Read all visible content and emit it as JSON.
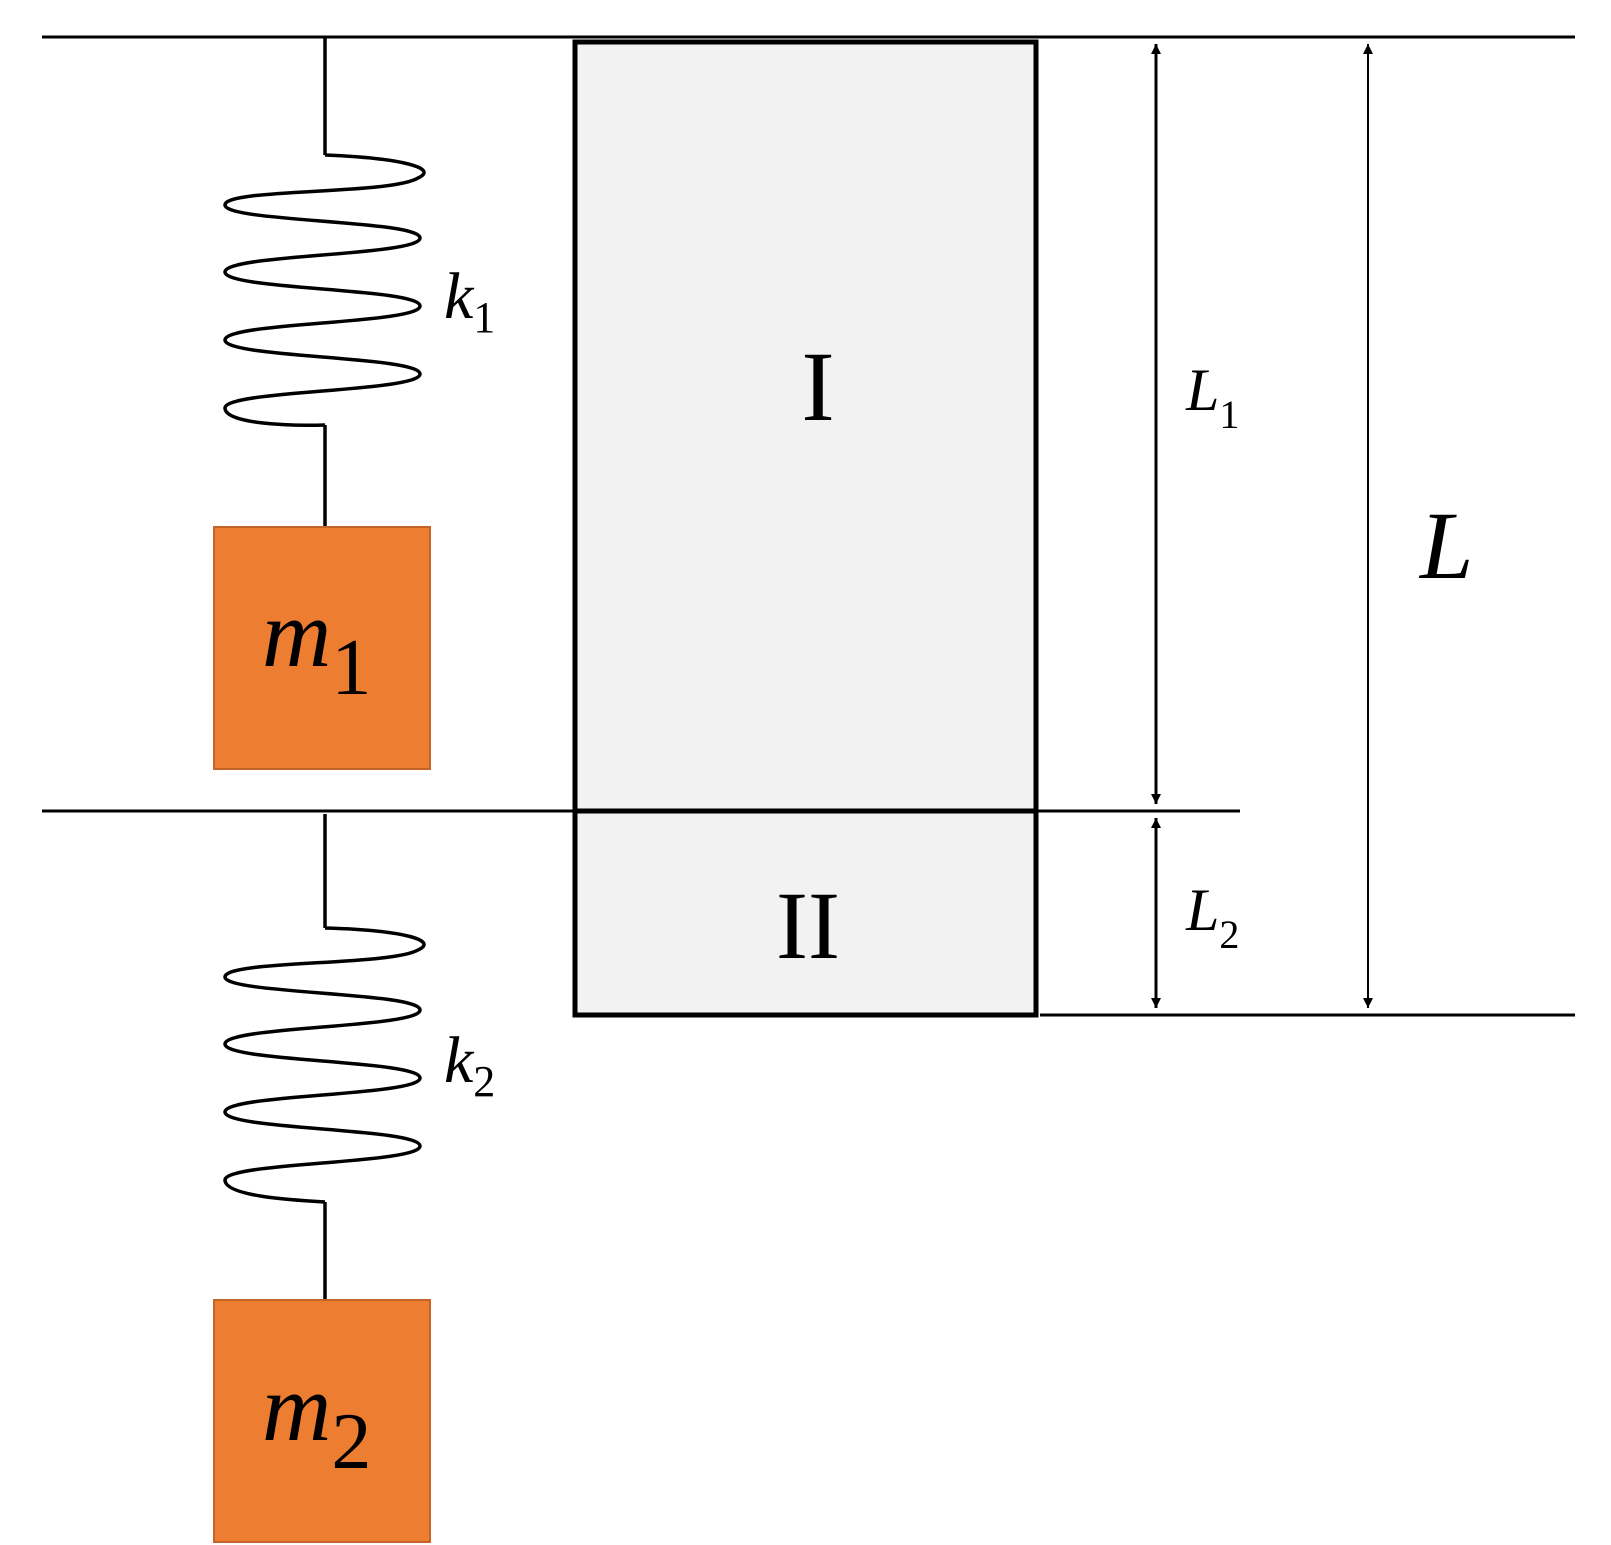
{
  "colors": {
    "line": "#000000",
    "block_fill": "#f2f2f2",
    "mass_fill": "#ed7d31",
    "mass_border": "#c46428"
  },
  "labels": {
    "k1": {
      "symbol": "k",
      "sub": "1"
    },
    "k2": {
      "symbol": "k",
      "sub": "2"
    },
    "m1": {
      "symbol": "m",
      "sub": "1"
    },
    "m2": {
      "symbol": "m",
      "sub": "2"
    },
    "L1": {
      "symbol": "L",
      "sub": "1"
    },
    "L2": {
      "symbol": "L",
      "sub": "2"
    },
    "L": "L",
    "region_1": "I",
    "region_2": "II"
  }
}
